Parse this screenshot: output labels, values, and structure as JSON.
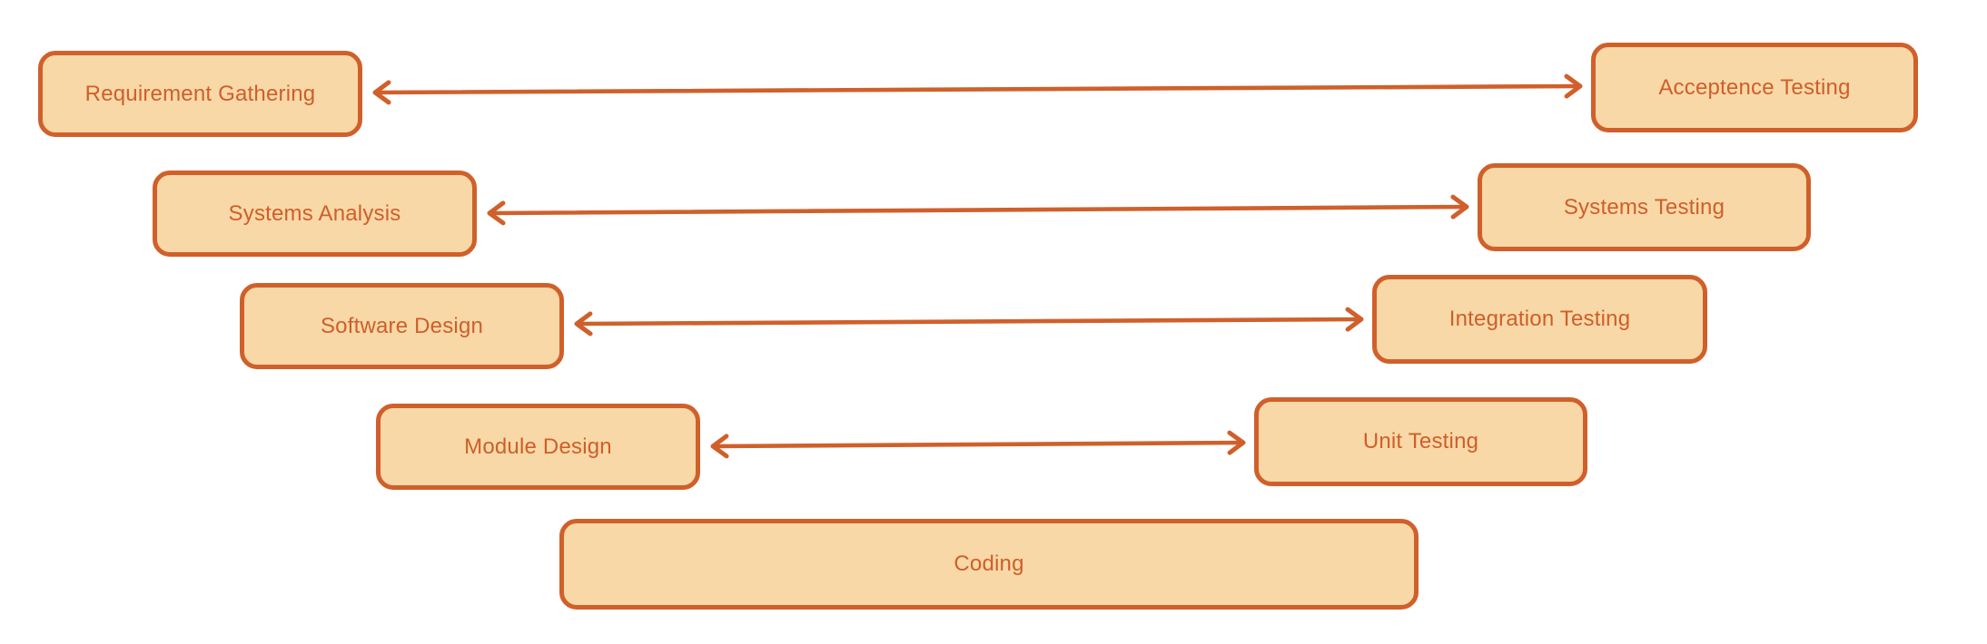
{
  "diagram": {
    "type": "v-model-sdlc",
    "nodes": [
      {
        "id": "requirement-gathering",
        "label": "Requirement Gathering",
        "column": "left",
        "row": 1
      },
      {
        "id": "acceptence-testing",
        "label": "Acceptence Testing",
        "column": "right",
        "row": 1
      },
      {
        "id": "systems-analysis",
        "label": "Systems Analysis",
        "column": "left",
        "row": 2
      },
      {
        "id": "systems-testing",
        "label": "Systems Testing",
        "column": "right",
        "row": 2
      },
      {
        "id": "software-design",
        "label": "Software Design",
        "column": "left",
        "row": 3
      },
      {
        "id": "integration-testing",
        "label": "Integration Testing",
        "column": "right",
        "row": 3
      },
      {
        "id": "module-design",
        "label": "Module Design",
        "column": "left",
        "row": 4
      },
      {
        "id": "unit-testing",
        "label": "Unit Testing",
        "column": "right",
        "row": 4
      },
      {
        "id": "coding",
        "label": "Coding",
        "column": "center",
        "row": 5
      }
    ],
    "connections": [
      {
        "from": "requirement-gathering",
        "to": "acceptence-testing",
        "style": "double-headed-arrow"
      },
      {
        "from": "systems-analysis",
        "to": "systems-testing",
        "style": "double-headed-arrow"
      },
      {
        "from": "software-design",
        "to": "integration-testing",
        "style": "double-headed-arrow"
      },
      {
        "from": "module-design",
        "to": "unit-testing",
        "style": "double-headed-arrow"
      }
    ],
    "colors": {
      "node_fill": "#F9D8A7",
      "node_border": "#D0602B",
      "text": "#CE5F2A",
      "arrow": "#D0602B",
      "background": "#FFFFFF"
    }
  }
}
